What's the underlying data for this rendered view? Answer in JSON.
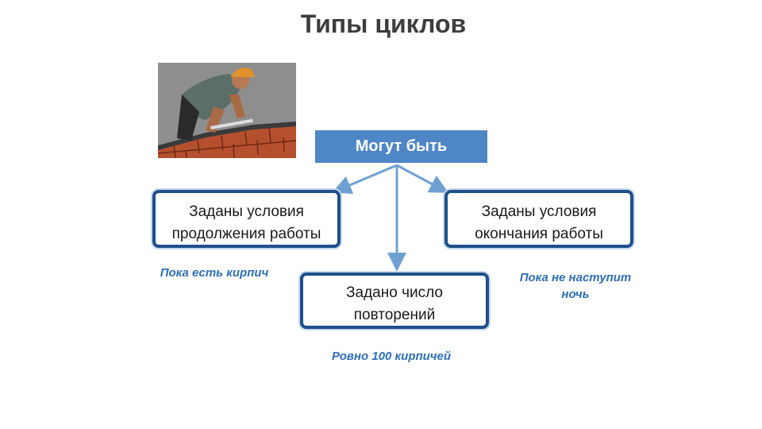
{
  "title": "Типы циклов",
  "top_box": "Могут быть",
  "left_box": {
    "line1": "Заданы условия",
    "line2": "продолжения работы"
  },
  "right_box": {
    "line1": "Заданы условия",
    "line2": "окончания работы"
  },
  "mid_box": {
    "line1": "Задано число",
    "line2": "повторений"
  },
  "notes": {
    "left": "Пока есть кирпич",
    "right_line1": "Пока не наступит",
    "right_line2": "ночь",
    "mid": "Ровно 100 кирпичей"
  },
  "colors": {
    "title": "#3d3d3d",
    "top_box_fill": "#4f86c6",
    "box_border": "#1f4f8c",
    "arrow": "#6fa0d2",
    "note_text": "#2e6fb5"
  },
  "icons": [
    "bricklayer-clipart"
  ]
}
